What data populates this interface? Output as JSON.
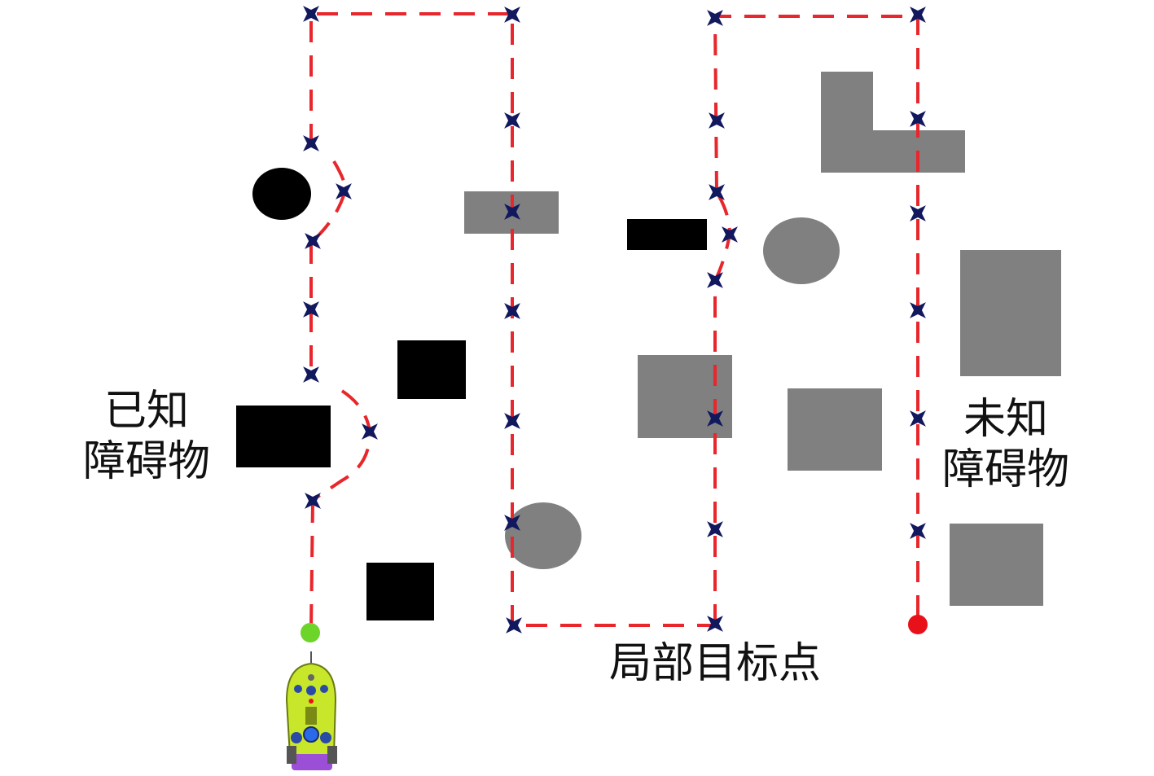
{
  "labels": {
    "known": {
      "line1": "已知",
      "line2": "障碍物"
    },
    "unknown": {
      "line1": "未知",
      "line2": "障碍物"
    },
    "local_goal": "局部目标点"
  },
  "colors": {
    "known_obstacle": "#000000",
    "unknown_obstacle": "#808080",
    "path": "#e8262b",
    "waypoint": "#12185e",
    "start_point": "#6dd42a",
    "end_point": "#e8111a",
    "vehicle_body": "#c8e62a"
  },
  "icons": {
    "waypoint": "star-cross-icon",
    "start": "green-dot-icon",
    "end": "red-dot-icon",
    "vehicle": "underwater-vehicle-icon"
  }
}
